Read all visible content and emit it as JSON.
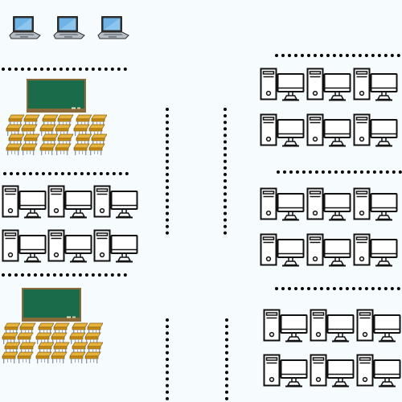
{
  "diagram": {
    "description_visible_text": "",
    "colors": {
      "background": "#f6fbfe",
      "chalkboard": "#1a6b4a",
      "chalkboard_frame": "#8a6a3a",
      "desk": "#d9a21e",
      "chair_leg": "#8a96a3",
      "laptop_screen": "#6fb3e6",
      "outline": "#111111"
    },
    "icons": {
      "laptop": "laptop-icon",
      "chalkboard": "chalkboard-icon",
      "desk": "school-desk-icon",
      "computer": "desktop-computer-icon"
    },
    "groups": {
      "laptops": {
        "count": 3
      },
      "classroom_top": {
        "desk_rows": 4,
        "desk_cols": 6
      },
      "classroom_bottom": {
        "desk_rows": 4,
        "desk_cols": 6
      },
      "computer_lab_left": {
        "rows": 2,
        "cols": 3
      },
      "computer_lab_right_top": {
        "rows": 2,
        "cols": 3
      },
      "computer_lab_right_middle": {
        "rows": 2,
        "cols": 3
      },
      "computer_lab_right_bottom": {
        "rows": 2,
        "cols": 3
      }
    }
  }
}
